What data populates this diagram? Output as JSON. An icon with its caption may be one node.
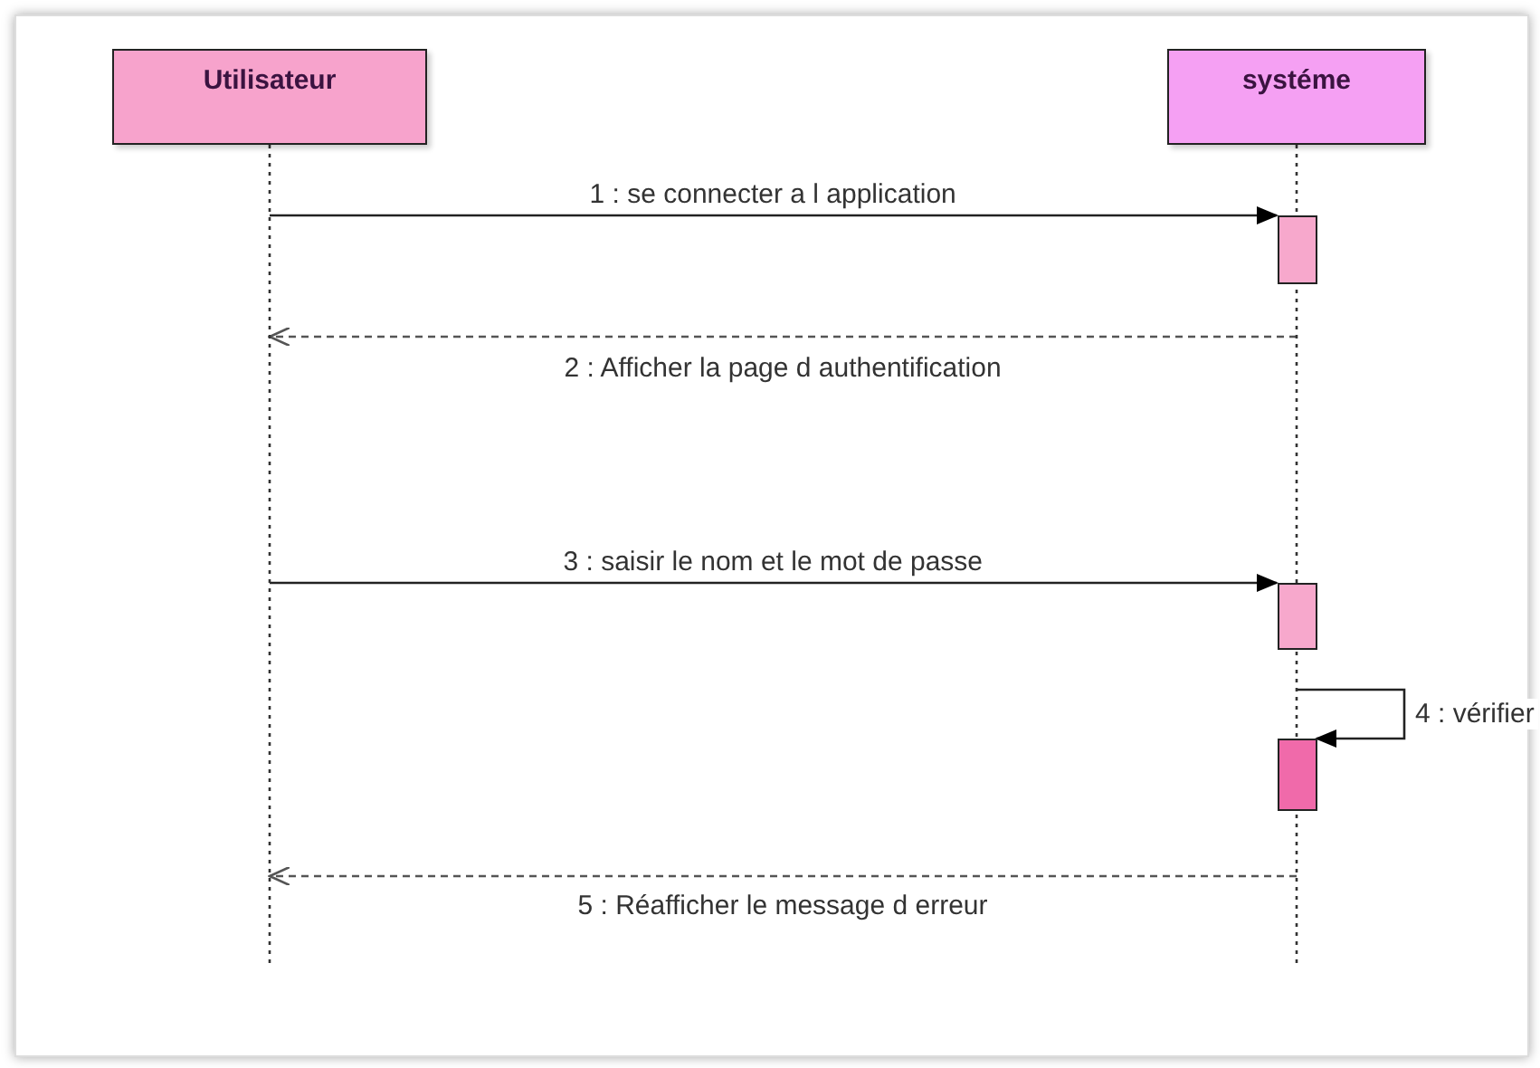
{
  "diagram": {
    "nodes": [
      {
        "text": [
          "Utilisateur"
        ]
      },
      {
        "text": [
          "systéme"
        ]
      }
    ],
    "edges": [
      {
        "from": 0,
        "to": 1,
        "arrow": "to",
        "label": "1 : se connecter a l application"
      },
      {
        "from": 1,
        "to": 0,
        "arrow": "to",
        "style": "dashed",
        "label": "2 : Afficher la page d authentification"
      },
      {
        "from": 0,
        "to": 1,
        "arrow": "to",
        "label": "3 : saisir le nom et le mot de passe"
      },
      {
        "from": 1,
        "to": 1,
        "arrow": "to",
        "label": "4 : vérifier"
      },
      {
        "from": 1,
        "to": 0,
        "arrow": "to",
        "style": "dashed",
        "label": "5 : Réafficher le message d erreur"
      }
    ]
  }
}
